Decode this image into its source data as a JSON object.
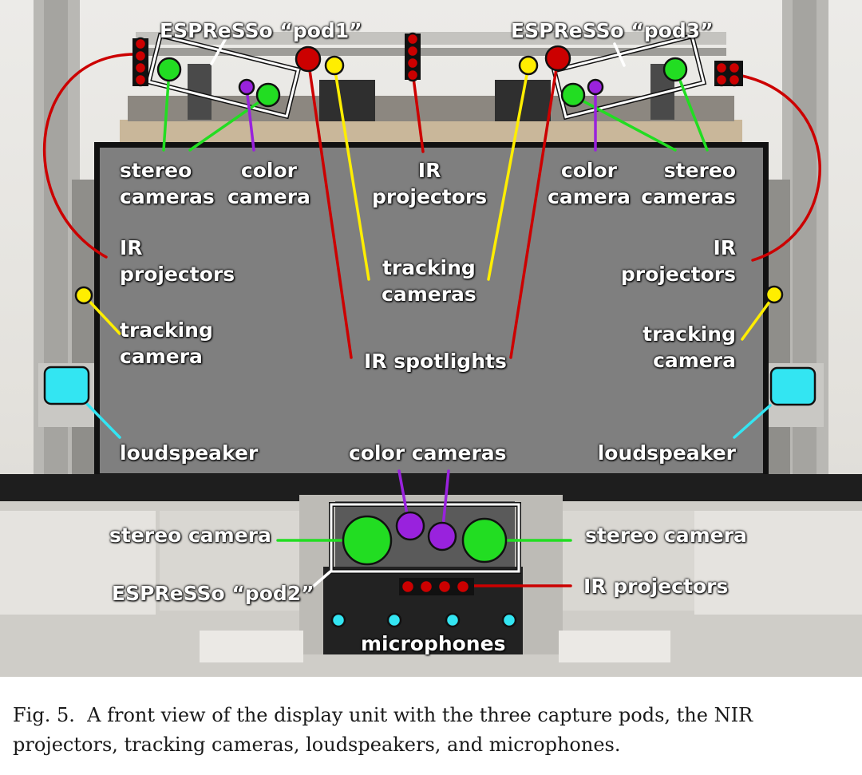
{
  "labels": {
    "pod1": "ESPReSSo “pod1”",
    "pod3": "ESPReSSo “pod3”",
    "pod2": "ESPReSSo “pod2”",
    "stereo_cameras": [
      "stereo",
      "cameras"
    ],
    "color_camera": [
      "color",
      "camera"
    ],
    "ir_projectors_center": [
      "IR",
      "projectors"
    ],
    "ir_projectors_side": [
      "IR",
      "projectors"
    ],
    "tracking_cameras": [
      "tracking",
      "cameras"
    ],
    "tracking_camera": [
      "tracking",
      "camera"
    ],
    "ir_spotlights": "IR spotlights",
    "loudspeaker": "loudspeaker",
    "color_cameras": "color cameras",
    "stereo_camera": "stereo camera",
    "ir_projectors_bottom": "IR projectors",
    "microphones": "microphones"
  },
  "caption": {
    "prefix": "Fig. 5.",
    "text": "A front view of the display unit with the three capture pods, the NIR projectors, tracking cameras, loudspeakers, and microphones."
  },
  "colors": {
    "ir": "#cc0000",
    "tracking": "#ffee00",
    "stereo": "#22dd22",
    "color_cam": "#9922dd",
    "speaker": "#33e5f2",
    "mic": "#33e5f2",
    "screen": "#7f7f7f"
  }
}
